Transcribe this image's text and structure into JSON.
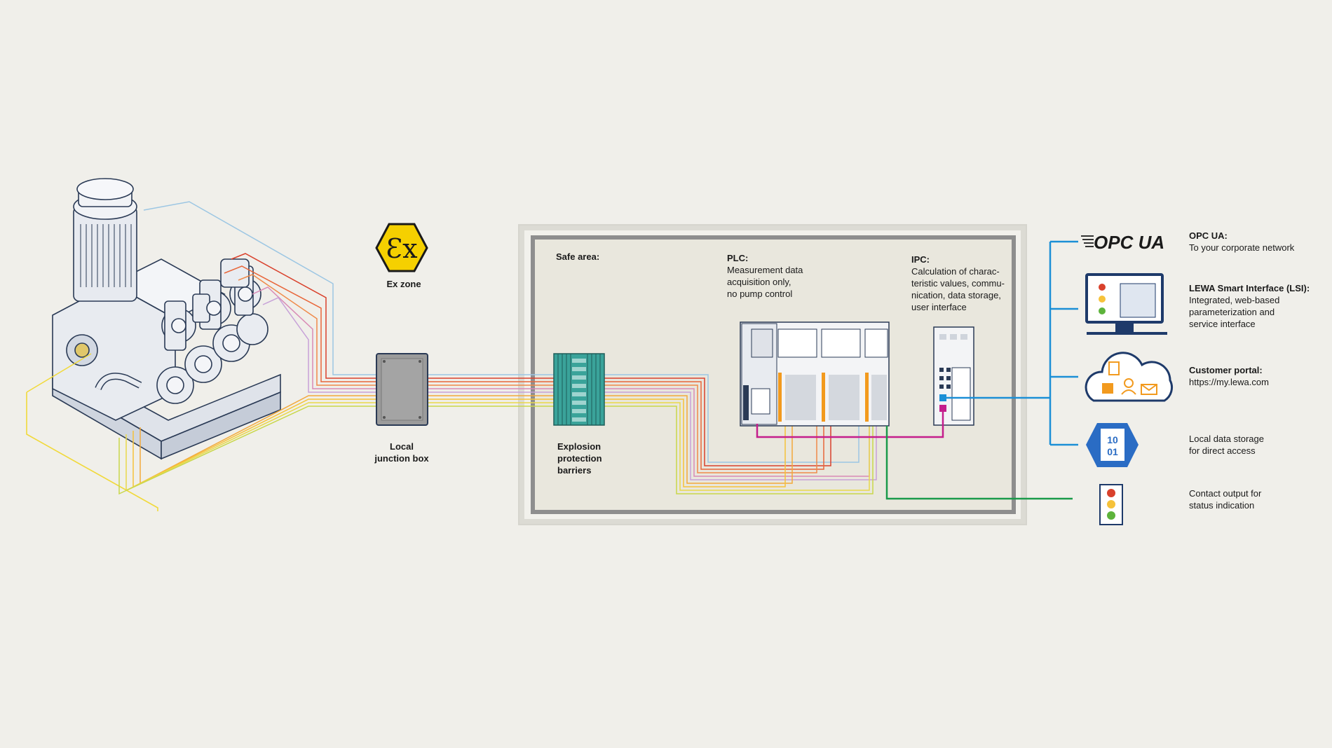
{
  "ex_zone": {
    "symbol": "Ɛx",
    "label": "Ex zone"
  },
  "junction_box": {
    "line1": "Local",
    "line2": "junction box"
  },
  "barriers": {
    "line1": "Explosion",
    "line2": "protection",
    "line3": "barriers"
  },
  "safe_area": {
    "label": "Safe area:"
  },
  "plc": {
    "title": "PLC:",
    "line1": "Measurement data",
    "line2": "acquisition only,",
    "line3": "no pump control"
  },
  "ipc": {
    "title": "IPC:",
    "line1": "Calculation of charac-",
    "line2": "teristic values, commu-",
    "line3": "nication, data storage,",
    "line4": "user interface"
  },
  "outputs": {
    "opcua": {
      "logo": "OPC UA",
      "title": "OPC UA:",
      "line1": "To your corporate network"
    },
    "lsi": {
      "title": "LEWA Smart Interface (LSI):",
      "line1": "Integrated, web-based",
      "line2": "parameterization and",
      "line3": "service interface"
    },
    "portal": {
      "title": "Customer portal:",
      "line1": "https://my.lewa.com"
    },
    "storage": {
      "icon_top": "10",
      "icon_bottom": "01",
      "line1": "Local data storage",
      "line2": "for direct access"
    },
    "contact": {
      "line1": "Contact output for",
      "line2": "status indication"
    }
  },
  "colors": {
    "background": "#f0efea",
    "safe_area_fill": "#e9e7dd",
    "blue": "#1b8fd6",
    "magenta": "#c41e8c",
    "green": "#1a9a4a",
    "ex_yellow": "#f5d000",
    "barrier_teal": "#3aa39a",
    "storage_blue": "#2a6cc4",
    "signal_colors": [
      "#d9412c",
      "#e8663a",
      "#ef8a4a",
      "#d98ab5",
      "#c7a1d8",
      "#9cc6e3",
      "#f2a93b",
      "#f6c23a",
      "#e9d84a",
      "#c9d74a"
    ]
  }
}
